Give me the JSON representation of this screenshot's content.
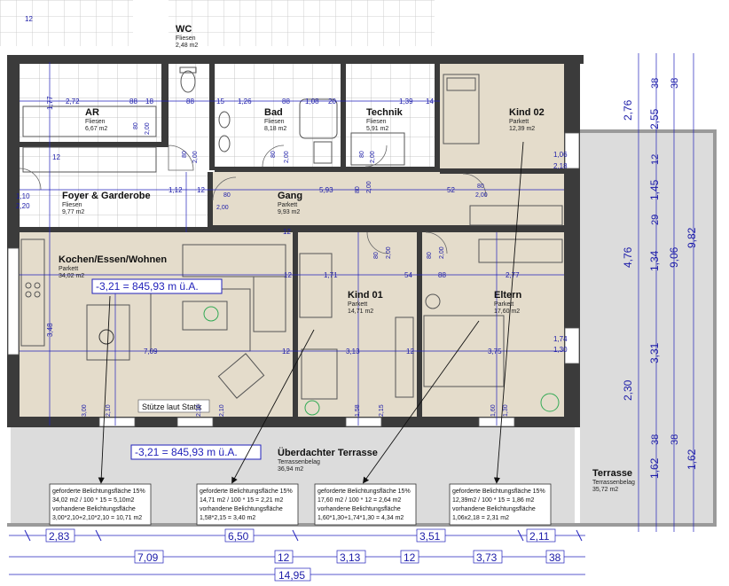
{
  "rooms": [
    {
      "id": "wc",
      "name": "WC",
      "floor": "Fliesen",
      "area": "2,48 m2"
    },
    {
      "id": "ar",
      "name": "AR",
      "floor": "Fliesen",
      "area": "6,67 m2"
    },
    {
      "id": "bad",
      "name": "Bad",
      "floor": "Fliesen",
      "area": "8,18 m2"
    },
    {
      "id": "technik",
      "name": "Technik",
      "floor": "Fliesen",
      "area": "5,91 m2"
    },
    {
      "id": "kind02",
      "name": "Kind 02",
      "floor": "Parkett",
      "area": "12,39 m2"
    },
    {
      "id": "foyer",
      "name": "Foyer & Garderobe",
      "floor": "Fliesen",
      "area": "9,77 m2"
    },
    {
      "id": "gang",
      "name": "Gang",
      "floor": "Parkett",
      "area": "9,93 m2"
    },
    {
      "id": "kochen",
      "name": "Kochen/Essen/Wohnen",
      "floor": "Parkett",
      "area": "34,02 m2"
    },
    {
      "id": "kind01",
      "name": "Kind 01",
      "floor": "Parkett",
      "area": "14,71 m2"
    },
    {
      "id": "eltern",
      "name": "Eltern",
      "floor": "Parkett",
      "area": "17,60 m2"
    },
    {
      "id": "terrasse_ued",
      "name": "Überdachter Terrasse",
      "floor": "Terrassenbelag",
      "area": "36,94 m2"
    },
    {
      "id": "terrasse",
      "name": "Terrasse",
      "floor": "Terrassenbelag",
      "area": "35,72 m2"
    }
  ],
  "level_labels": [
    "-3,21 = 845,93 m ü.A.",
    "-3,21 = 845,93 m ü.A."
  ],
  "stuetze_label": "Stütze laut Statik",
  "notes": [
    {
      "l1": "geforderte Belichtungsfläche 15%",
      "l2": "34,02 m2 / 100 * 15 = 5,10m2",
      "l3": "vorhandene Belichtungsfläche",
      "l4": "3,00*2,10+2,10*2,10 = 10,71 m2"
    },
    {
      "l1": "geforderte Belichtungsfläche 15%",
      "l2": "14,71 m2 / 100 * 15 = 2,21 m2",
      "l3": "vorhandene Belichtungsfläche",
      "l4": "1,58*2,15 = 3,40 m2"
    },
    {
      "l1": "geforderte Belichtungsfläche 15%",
      "l2": "17,60 m2 / 100 * 12 = 2,64 m2",
      "l3": "vorhandene Belichtungsfläche",
      "l4": "1,60*1,30+1,74*1,30 = 4,34 m2"
    },
    {
      "l1": "geforderte Belichtungsfläche 15%",
      "l2": "12,39m2 / 100 * 15 = 1,86 m2",
      "l3": "vorhandene Belichtungsfläche",
      "l4": "1,06x2,18 = 2,31 m2"
    }
  ],
  "dims_bottom_row1": [
    "2,83",
    "6,50",
    "3,51",
    "2,11"
  ],
  "dims_bottom_row2": [
    "7,09",
    "12",
    "3,13",
    "12",
    "3,73",
    "38"
  ],
  "dims_bottom_total": "14,95",
  "dims_right_outer": [
    "2,76",
    "2,55",
    "1,45",
    "1,34",
    "3,31",
    "2,30",
    "1,62",
    "1,62"
  ],
  "dims_right_small": [
    "38",
    "38",
    "12",
    "29",
    "38",
    "38"
  ],
  "dims_right_totals": [
    "4,76",
    "9,06",
    "9,82"
  ],
  "dims_top_row": [
    "2,72",
    "88",
    "18",
    "88",
    "15",
    "1,26",
    "88",
    "1,08",
    "20",
    "1,39",
    "14"
  ],
  "dims_mid_row": [
    "1,12",
    "12",
    "5,93",
    "52",
    "12",
    "1,71",
    "54",
    "88",
    "2,77"
  ],
  "dims_living_row": [
    "7,09",
    "12",
    "3,13",
    "12",
    "3,75"
  ],
  "dims_door_labels": [
    "80",
    "2,00",
    "80",
    "2,00",
    "80",
    "2,00",
    "80",
    "2,00",
    "80",
    "2,00",
    "80",
    "2,00",
    "80",
    "2,00",
    "80",
    "2,00",
    "80",
    "2,00"
  ],
  "dims_window_labels": [
    "3,00",
    "2,10",
    "2,10",
    "2,10",
    "1,58",
    "2,15",
    "1,60",
    "1,30"
  ],
  "dims_misc": [
    "1,10",
    "2,20",
    "1,06",
    "2,18",
    "1,74",
    "1,30",
    "1,77",
    "12",
    "12",
    "3,48",
    "12"
  ],
  "colors": {
    "wall": "#3a3a3a",
    "parkett": "#e3dccb",
    "tile_bg": "#ffffff",
    "tile_line": "#b4b4b4",
    "terrace": "#dedede",
    "dim": "#2222bb",
    "furniture": "#555555"
  }
}
